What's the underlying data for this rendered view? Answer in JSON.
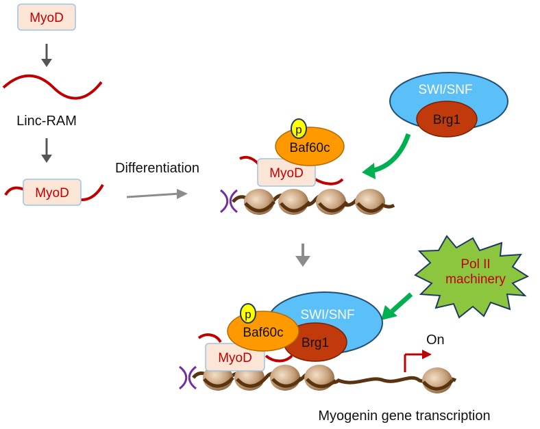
{
  "labels": {
    "myod_top": "MyoD",
    "linc_ram": "Linc-RAM",
    "myod_linc": "MyoD",
    "differentiation": "Differentiation",
    "swi_snf_top": "SWI/SNF",
    "brg1_top": "Brg1",
    "p_mid": "p",
    "baf60c_mid": "Baf60c",
    "myod_mid": "MyoD",
    "pol2_line1": "Pol II",
    "pol2_line2": "machinery",
    "swi_snf_bottom": "SWI/SNF",
    "p_bottom": "p",
    "baf60c_bottom": "Baf60c",
    "brg1_bottom": "Brg1",
    "myod_bottom": "MyoD",
    "on": "On",
    "caption": "Myogenin gene transcription"
  },
  "colors": {
    "myod_box_fill": "#fbe5d6",
    "myod_box_stroke": "#9dc3e6",
    "myod_text": "#c00000",
    "rna_line": "#c00000",
    "dna_line": "#5a3310",
    "nucleosome": "#c8a27c",
    "swi_snf_fill": "#5bc0f8",
    "swi_snf_stroke": "#1f4e79",
    "brg1_fill": "#c03a0c",
    "baf60c_fill": "#ff9900",
    "p_fill": "#ffff00",
    "pol2_fill": "#8cc63f",
    "pol2_text": "#c00000",
    "green_arrow": "#00b050",
    "gray_arrow": "#7f7f7f",
    "tss_arrow": "#c00000",
    "dna_helix": "#7030a0"
  }
}
